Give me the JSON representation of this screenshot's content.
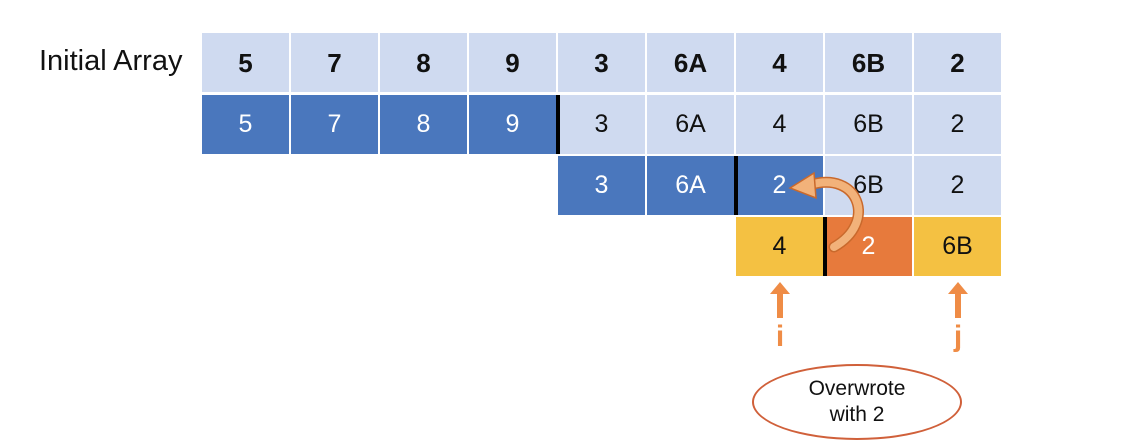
{
  "row_label": "Initial Array",
  "rows": [
    {
      "name": "initial",
      "cells": [
        {
          "text": "5",
          "style": "light bold"
        },
        {
          "text": "7",
          "style": "light bold"
        },
        {
          "text": "8",
          "style": "light bold"
        },
        {
          "text": "9",
          "style": "light bold"
        },
        {
          "text": "3",
          "style": "light bold"
        },
        {
          "text": "6A",
          "style": "light bold"
        },
        {
          "text": "4",
          "style": "light bold"
        },
        {
          "text": "6B",
          "style": "light bold"
        },
        {
          "text": "2",
          "style": "light bold"
        }
      ]
    },
    {
      "name": "step-1",
      "cells": [
        {
          "text": "5",
          "style": "dark"
        },
        {
          "text": "7",
          "style": "dark"
        },
        {
          "text": "8",
          "style": "dark"
        },
        {
          "text": "9",
          "style": "dark"
        },
        {
          "text": "3",
          "style": "light"
        },
        {
          "text": "6A",
          "style": "light"
        },
        {
          "text": "4",
          "style": "light"
        },
        {
          "text": "6B",
          "style": "light"
        },
        {
          "text": "2",
          "style": "light"
        }
      ]
    },
    {
      "name": "step-2",
      "cells": [
        {
          "text": "3",
          "style": "dark"
        },
        {
          "text": "6A",
          "style": "dark"
        },
        {
          "text": "2",
          "style": "dark"
        },
        {
          "text": "6B",
          "style": "light"
        },
        {
          "text": "2",
          "style": "light"
        }
      ]
    },
    {
      "name": "partition",
      "cells": [
        {
          "text": "4",
          "style": "yellow"
        },
        {
          "text": "2",
          "style": "orange"
        },
        {
          "text": "6B",
          "style": "yellow"
        }
      ]
    }
  ],
  "pointers": {
    "i_label": "i",
    "j_label": "j",
    "color": "#ef8c46"
  },
  "callout": {
    "line1": "Overwrote",
    "line2": "with 2"
  },
  "colors": {
    "light_cell": "#cfdaf0",
    "dark_cell": "#4a77bd",
    "yellow_cell": "#f4c142",
    "orange_cell": "#e77a3c",
    "swap_arrow": "#f2b27a"
  }
}
